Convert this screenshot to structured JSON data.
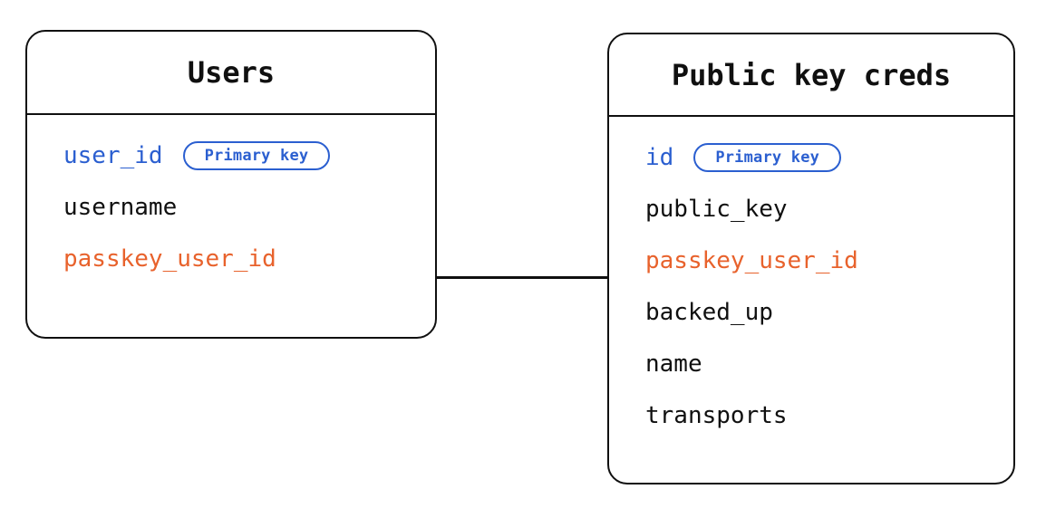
{
  "diagram": {
    "type": "entity-relationship",
    "background_color": "#ffffff",
    "colors": {
      "primary_key": "#2B5FD0",
      "foreign_key": "#E8622C",
      "default_text": "#101010",
      "border": "#101010"
    },
    "entities": [
      {
        "id": "users",
        "title": "Users",
        "fields": [
          {
            "name": "user_id",
            "role": "primary_key",
            "badge": "Primary key"
          },
          {
            "name": "username",
            "role": "plain",
            "badge": null
          },
          {
            "name": "passkey_user_id",
            "role": "foreign_key",
            "badge": null
          }
        ]
      },
      {
        "id": "public_key_creds",
        "title": "Public key creds",
        "fields": [
          {
            "name": "id",
            "role": "primary_key",
            "badge": "Primary key"
          },
          {
            "name": "public_key",
            "role": "plain",
            "badge": null
          },
          {
            "name": "passkey_user_id",
            "role": "foreign_key",
            "badge": null
          },
          {
            "name": "backed_up",
            "role": "plain",
            "badge": null
          },
          {
            "name": "name",
            "role": "plain",
            "badge": null
          },
          {
            "name": "transports",
            "role": "plain",
            "badge": null
          }
        ]
      }
    ],
    "relationships": [
      {
        "id": "users-to-creds",
        "from_entity": "users",
        "from_field": "passkey_user_id",
        "to_entity": "public_key_creds",
        "to_field": "passkey_user_id"
      }
    ]
  }
}
